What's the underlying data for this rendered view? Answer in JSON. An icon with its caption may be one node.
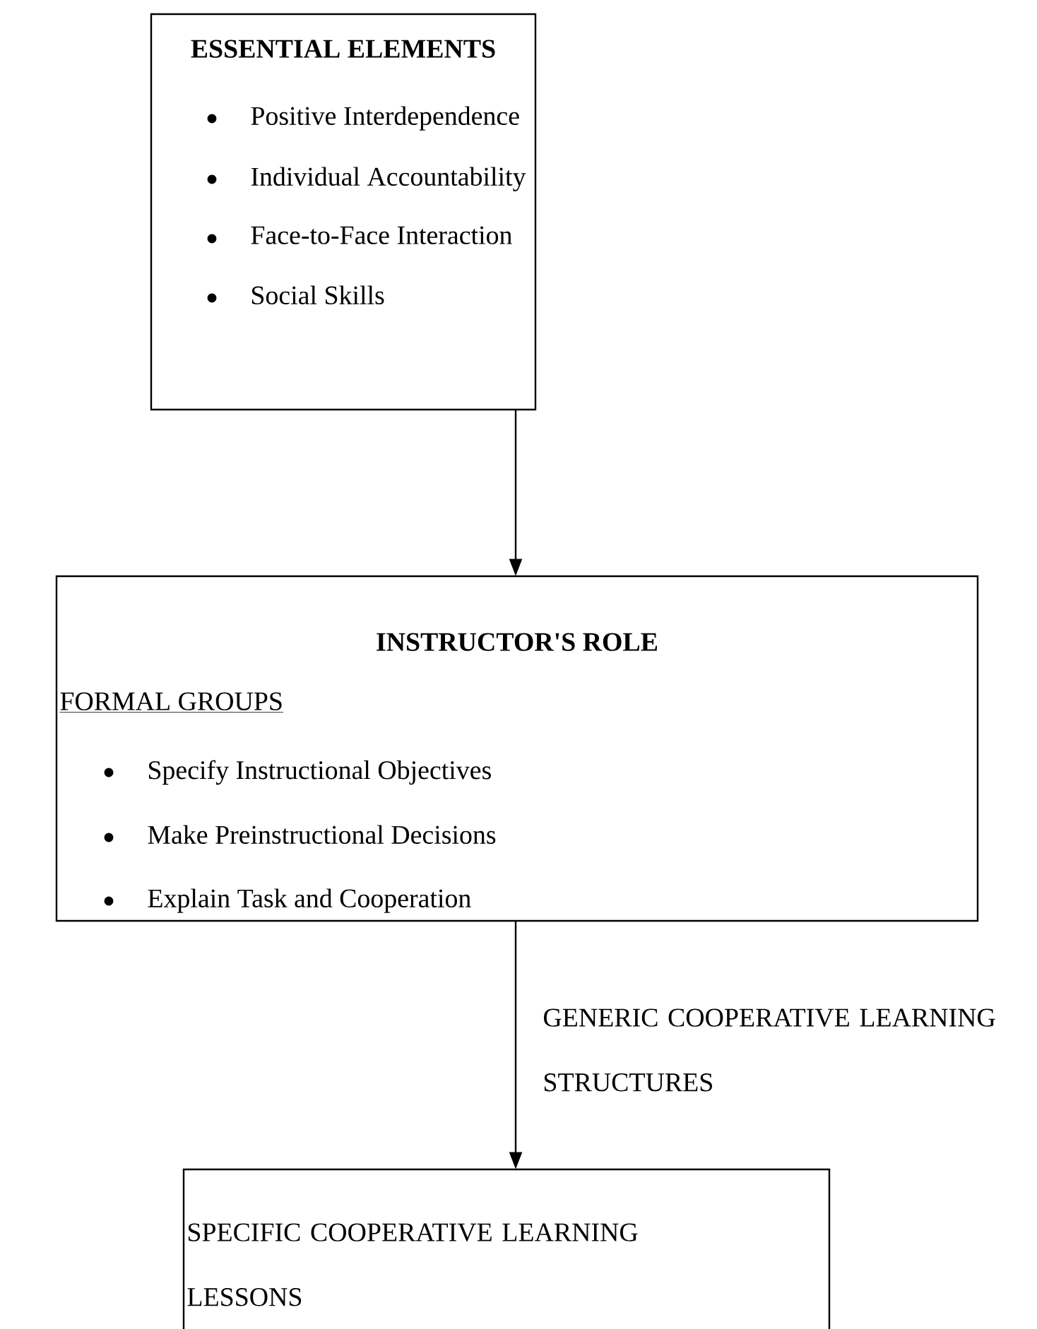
{
  "diagram": {
    "nodes": [
      {
        "text": [
          "ESSENTIAL ELEMENTS",
          "Positive Interdependence",
          "Individual Accountability",
          "Face-to-Face Interaction",
          "Social Skills"
        ]
      },
      {
        "text": [
          "INSTRUCTOR'S ROLE",
          "FORMAL GROUPS",
          "Specify Instructional Objectives",
          "Make Preinstructional Decisions",
          "Explain Task and Cooperation"
        ]
      },
      {
        "text": [
          "SPECIFIC COOPERATIVE LEARNING LESSONS"
        ]
      }
    ],
    "edges": [
      {
        "from": 0,
        "to": 1,
        "arrow": "to"
      },
      {
        "from": 1,
        "to": 2,
        "arrow": "to",
        "label": "GENERIC COOPERATIVE LEARNING STRUCTURES"
      }
    ]
  }
}
